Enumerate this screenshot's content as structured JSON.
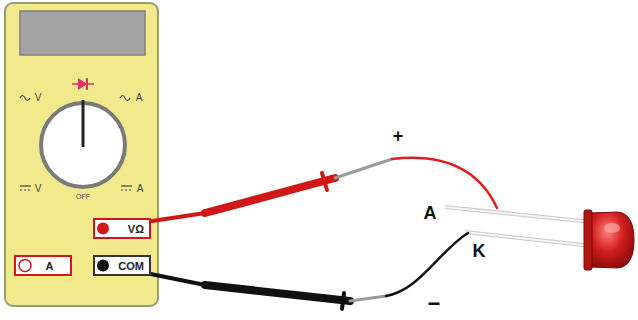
{
  "diagram": {
    "nodes": [
      {
        "text": [
          "VΩ"
        ]
      },
      {
        "text": [
          "COM"
        ]
      },
      {
        "text": [
          "A"
        ]
      }
    ],
    "labels": [
      "V",
      "A",
      "V",
      "A",
      "OFF",
      "+",
      "A",
      "K",
      "−"
    ]
  }
}
